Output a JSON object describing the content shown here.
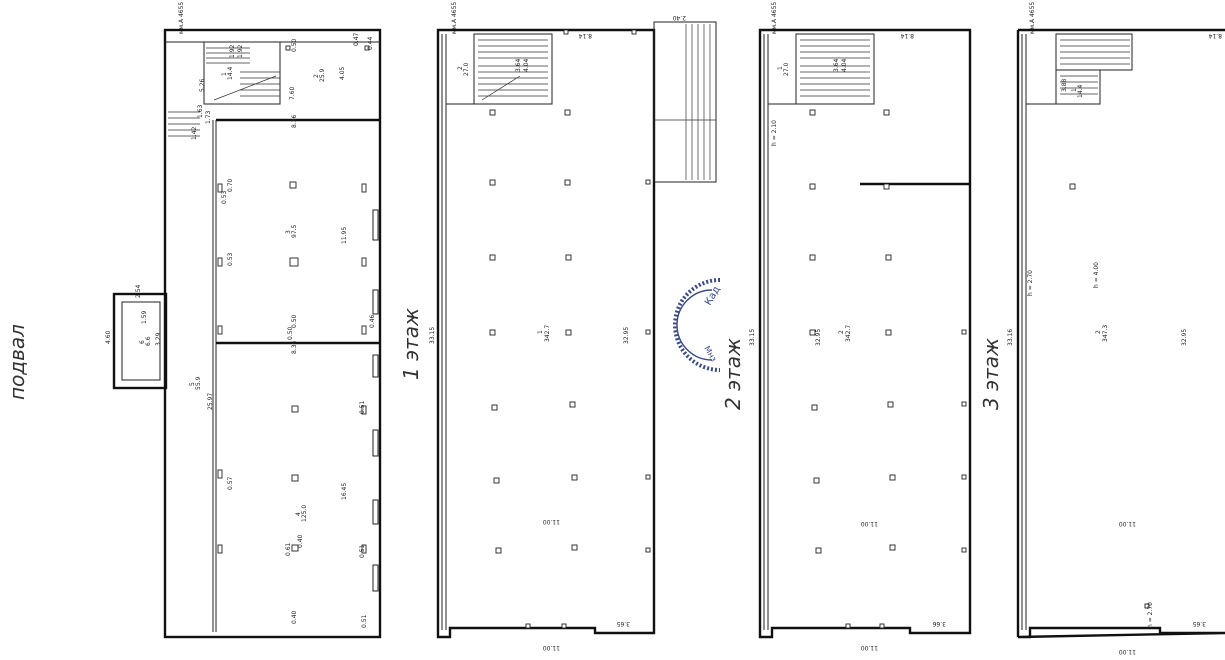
{
  "floors": {
    "basement": {
      "title": "подвал",
      "ref_mark": "мм.А 4655",
      "rooms": {
        "r1": {
          "num": "1",
          "area": "14.4"
        },
        "r2": {
          "num": "2",
          "area": "25.9"
        },
        "r3": {
          "num": "3",
          "area": "97.5"
        },
        "r4": {
          "num": "4",
          "area": "125.0"
        },
        "r5": {
          "num": "5",
          "area": "55.9"
        },
        "r6": {
          "num": "6",
          "area": "6.6"
        }
      },
      "dims": [
        "5.26",
        "1.92",
        "1.92",
        "0.50",
        "0.47",
        "0.44",
        "4.05",
        "1.63",
        "7.60",
        "1.73",
        "1.42",
        "8.36",
        "0.70",
        "0.53",
        "0.53",
        "11.95",
        "0.50",
        "0.50",
        "0.46",
        "8.36",
        "25.97",
        "0.51",
        "0.57",
        "16.45",
        "0.61",
        "0.40",
        "0.51",
        "0.40",
        "0.51",
        "2.54",
        "1.59",
        "4.60",
        "3.29"
      ]
    },
    "floor1": {
      "title": "1 этаж",
      "ref_mark": "мм.А 4655",
      "room": {
        "num": "1",
        "area": "342.7"
      },
      "stair": {
        "num": "2",
        "area": "27.0"
      },
      "dims": [
        "8.14",
        "2.40",
        "3.64",
        "4.04",
        "33.15",
        "32.95",
        "11.00",
        "11.00",
        "3.65"
      ]
    },
    "floor2": {
      "title": "2 этаж",
      "ref_mark": "мм.А 4655",
      "room": {
        "num": "2",
        "area": "342.7"
      },
      "stair": {
        "num": "1",
        "area": "27.0"
      },
      "dims": [
        "8.14",
        "3.64",
        "4.04",
        "h = 2.10",
        "33.15",
        "32.95",
        "11.00",
        "11.00",
        "3.66"
      ]
    },
    "floor3": {
      "title": "3 этаж",
      "ref_mark": "мм.А 4655",
      "room": {
        "num": "2",
        "area": "347.3"
      },
      "stair": {
        "num": "1",
        "area": "14.4"
      },
      "dims": [
        "8.14",
        "3.88",
        "h = 2.70",
        "h = 4.00",
        "33.16",
        "32.95",
        "11.00",
        "h = 2.70",
        "11.00",
        "3.65"
      ]
    }
  },
  "stamp": {
    "text_top": "Кад",
    "text_bottom": "Мнз"
  },
  "colors": {
    "line": "#111111",
    "stamp": "#3a4a8c",
    "paper": "#ffffff"
  }
}
